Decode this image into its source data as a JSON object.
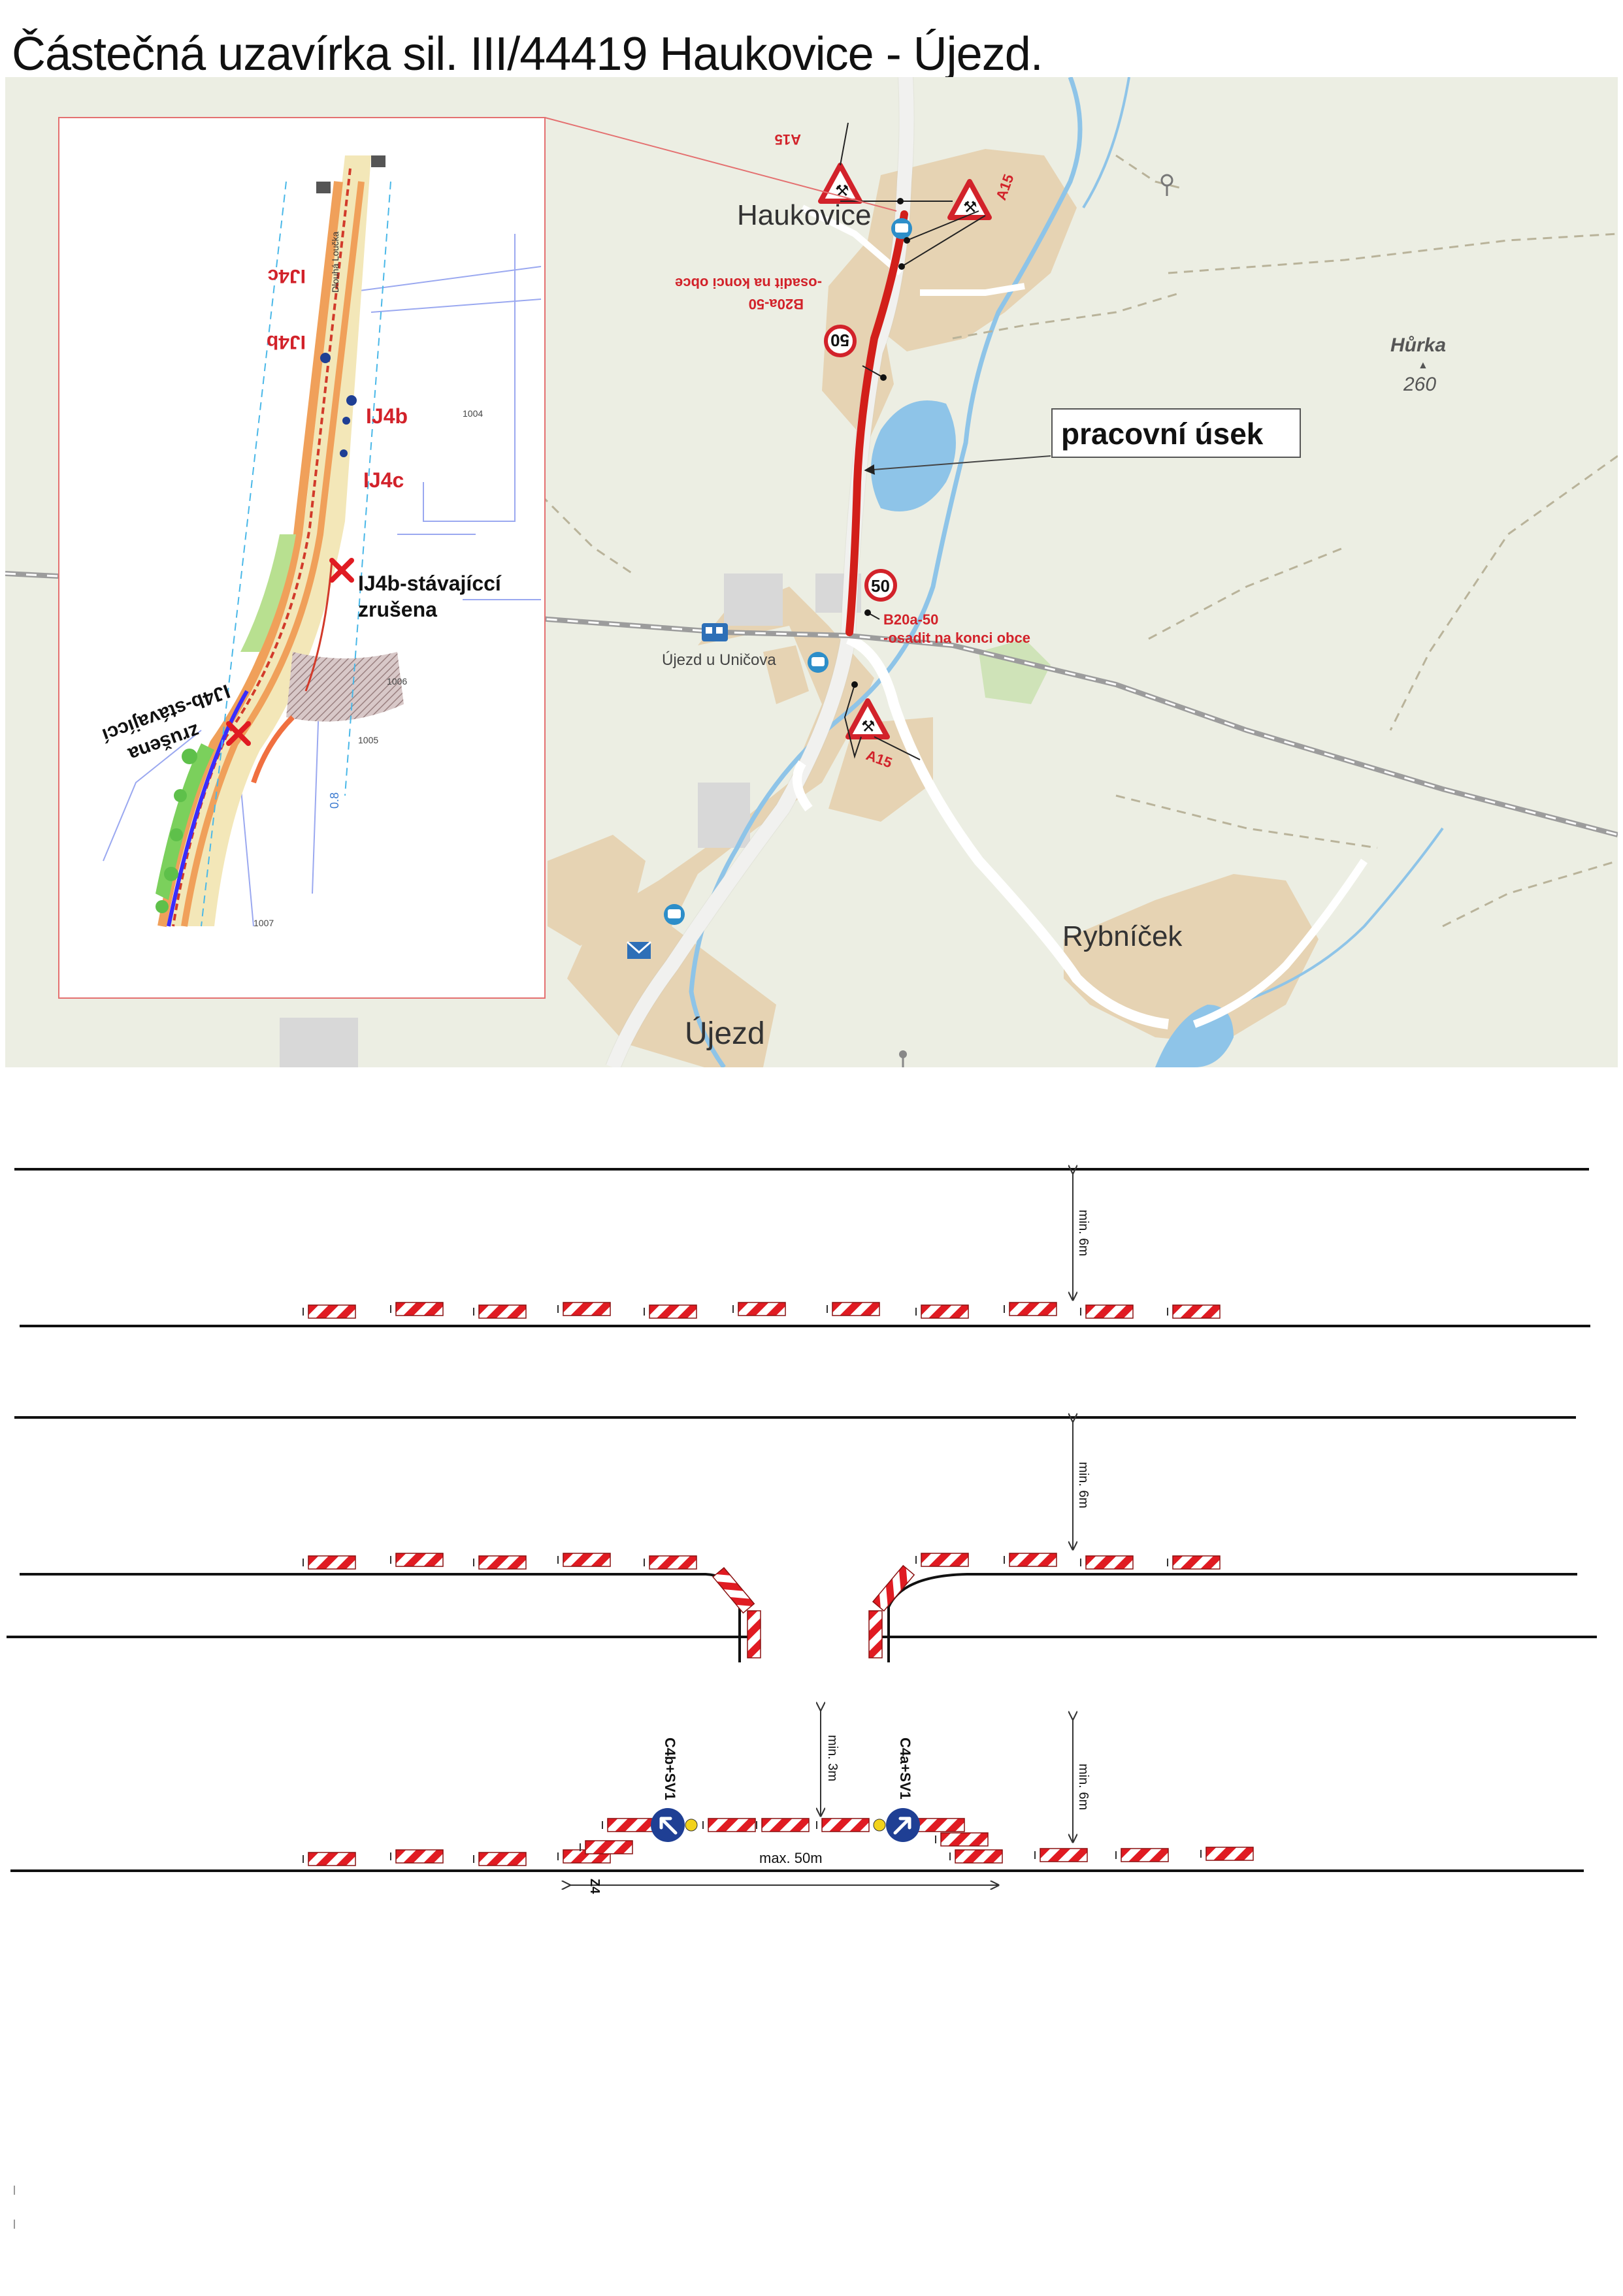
{
  "title": "Částečná uzavírka sil. III/44419 Haukovice - Újezd.",
  "map": {
    "places": {
      "haukovice": "Haukovice",
      "hurka": "Hůrka",
      "hurka_elev": "260",
      "ujezd_station": "Újezd u Uničova",
      "rybnicek": "Rybníček",
      "ujezd": "Újezd"
    },
    "callout": "pracovní úsek",
    "sign_labels": {
      "a15_top": "A15",
      "a15_right": "A15",
      "a15_bottom": "A15",
      "speed_value": "50",
      "b20a_north_1": "B20a-50",
      "b20a_north_2": "-osadit na konci obce",
      "b20a_south_1": "B20a-50",
      "b20a_south_2": "-osadit na konci obce"
    },
    "inset": {
      "ij4c_top": "IJ4c",
      "ij4b_top": "IJ4b",
      "ij4b_mid": "IJ4b",
      "ij4c_mid": "IJ4c",
      "remove_right_1": "IJ4b-stávajíccí",
      "remove_right_2": "zrušena",
      "remove_left_1": "IJ4b-stávajíccí",
      "remove_left_2": "zrušena",
      "street": "Dlouhá Loučka",
      "small_1004": "1004",
      "small_1005": "1005",
      "small_1006": "1006",
      "small_1007": "1007",
      "small_08": "0.8"
    }
  },
  "schemes": {
    "min6m": "min. 6m",
    "min3m": "min. 3m",
    "max50m": "max. 50m",
    "sign_c4b": "C4b+SV1",
    "sign_c4a": "C4a+SV1",
    "z4": "Z4"
  },
  "colors": {
    "map_bg": "#eceee3",
    "builtup": "#e6d3b3",
    "water": "#8ec4e8",
    "road": "#ffffff",
    "work_section": "#d21f1a",
    "barrier_red": "#e01b22",
    "sign_blue": "#1f3f94",
    "sign_yellow": "#f2d21b",
    "label_red": "#d2222a"
  }
}
